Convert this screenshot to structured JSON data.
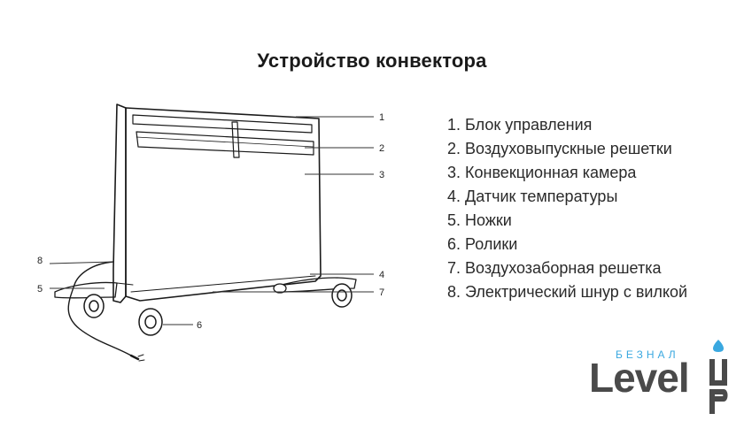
{
  "title": "Устройство конвектора",
  "callouts": [
    "1",
    "2",
    "3",
    "4",
    "5",
    "6",
    "7",
    "8"
  ],
  "legend": [
    "1. Блок управления",
    "2. Воздуховыпускные решетки",
    "3. Конвекционная камера",
    "4. Датчик температуры",
    "5. Ножки",
    "6. Ролики",
    "7. Воздухозаборная решетка",
    "8. Электрический шнур с вилкой"
  ],
  "logo": {
    "small": "БЕЗНАЛ",
    "main": "Level",
    "accent_color": "#3aa8e0",
    "text_color": "#4a4a4a"
  }
}
